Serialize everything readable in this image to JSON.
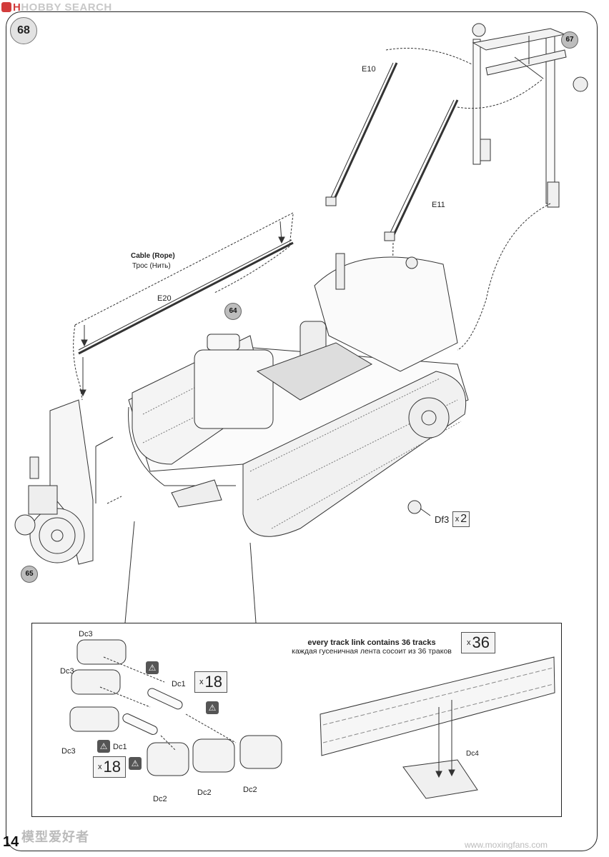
{
  "header": {
    "logo_text": "HOBBY SEARCH",
    "logo_red": "H",
    "logo_mark": "■"
  },
  "step": {
    "number": "68"
  },
  "refs": {
    "r67": "67",
    "r64": "64",
    "r65": "65"
  },
  "parts": {
    "e10": "E10",
    "e11": "E11",
    "e20": "E20",
    "df3": "Df3",
    "cable_en": "Cable (Rope)",
    "cable_ru": "Трос (Нить)"
  },
  "quantities": {
    "df3_x": "x",
    "df3_n": "2",
    "tracks_x": "x",
    "tracks_n": "36",
    "dc1_x": "x",
    "dc1_n": "18",
    "dc2_x": "x",
    "dc2_n": "18"
  },
  "detail": {
    "note_en": "every track link contains 36 tracks",
    "note_ru": "каждая гусеничная лента сосоит из 36 траков",
    "dc3_a": "Dc3",
    "dc3_b": "Dc3",
    "dc3_c": "Dc3",
    "dc1_a": "Dc1",
    "dc1_b": "Dc1",
    "dc2_a": "Dc2",
    "dc2_b": "Dc2",
    "dc2_c": "Dc2",
    "dc4": "Dc4",
    "glue_icon": "glue-icon"
  },
  "footer": {
    "page_number": "14",
    "watermark": "模型爱好者",
    "watermark_url": "www.moxingfans.com"
  }
}
